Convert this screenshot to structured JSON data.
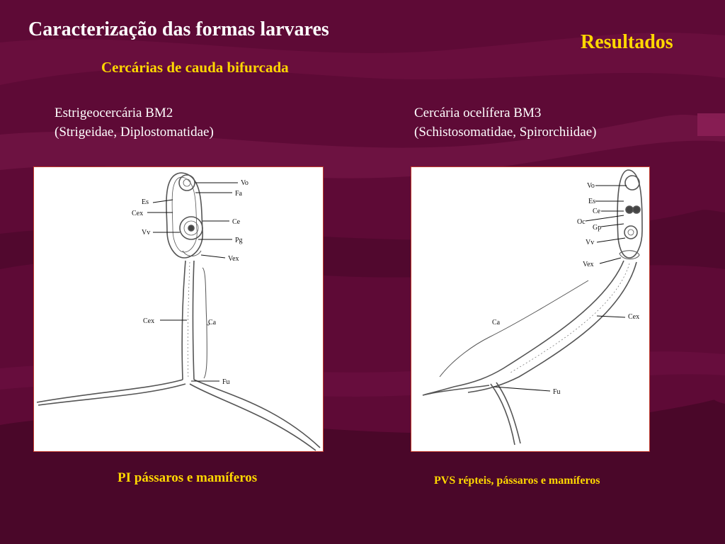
{
  "title": "Caracterização das formas larvares",
  "section": "Resultados",
  "subtitle": "Cercárias de cauda bifurcada",
  "left": {
    "heading_line1": "Estrigeocercária BM2",
    "heading_line2": "(Strigeidae, Diplostomatidae)",
    "labels": {
      "vo": "Vo",
      "fa": "Fa",
      "es": "Es",
      "cex": "Cex",
      "ce": "Ce",
      "vv": "Vv",
      "pg": "Pg",
      "vex": "Vex",
      "cex2": "Cex",
      "ca": "Ca",
      "fu": "Fu"
    },
    "caption": "PI pássaros e mamíferos"
  },
  "right": {
    "heading_line1": "Cercária ocelífera BM3",
    "heading_line2": "(Schistosomatidae, Spirorchiidae)",
    "labels": {
      "vo": "Vo",
      "es": "Es",
      "ce": "Ce",
      "oc": "Oc",
      "gp": "Gp",
      "vv": "Vv",
      "vex": "Vex",
      "cex": "Cex",
      "ca": "Ca",
      "fu": "Fu"
    },
    "caption": "PVS répteis, pássaros e mamíferos"
  },
  "colors": {
    "background": "#5e0a36",
    "title": "#ffffff",
    "accent": "#ffd700",
    "panel_border": "#c0392b"
  }
}
